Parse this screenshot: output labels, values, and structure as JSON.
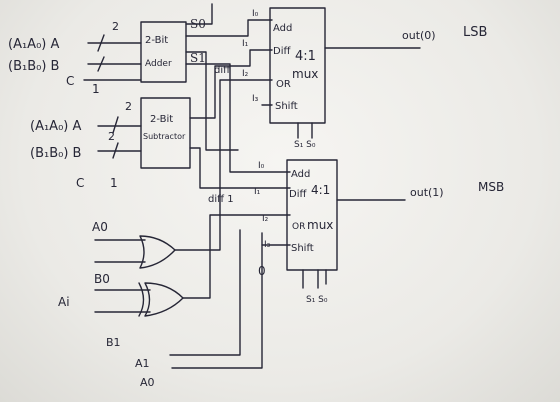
{
  "inputs": {
    "adder_a": "(A₁A₀) A",
    "adder_b": "(B₁B₀) B",
    "adder_c": "C",
    "adder_c_val": "1",
    "sub_a": "(A₁A₀) A",
    "sub_b": "(B₁B₀) B",
    "sub_c": "C",
    "sub_c_val": "1",
    "bus_width_1": "2",
    "bus_width_2": "2",
    "bus_width_3": "2",
    "a0": "A0",
    "b0": "B0",
    "ai": "Ai",
    "b1": "B1",
    "a1_bottom": "A1",
    "a0_bottom": "A0"
  },
  "blocks": {
    "adder_label_1": "2-Bit",
    "adder_label_2": "Adder",
    "sub_label_1": "2-Bit",
    "sub_label_2": "Subtractor"
  },
  "selects": {
    "s0": "S0",
    "s1": "S1"
  },
  "wire_labels": {
    "diff_top": "diff",
    "diff1": "diff 1",
    "zero": "0"
  },
  "mux_top": {
    "title": "4:1",
    "subtitle": "mux",
    "i0": "I₀",
    "i1": "I₁",
    "i2": "I₂",
    "i3": "I₃",
    "add": "Add",
    "diff": "Diff",
    "or": "OR",
    "shift": "Shift",
    "sel_pins": "S₁ S₀",
    "output": "out(0)",
    "output_note": "LSB"
  },
  "mux_bottom": {
    "title": "4:1",
    "subtitle": "mux",
    "i0": "I₀",
    "i1": "I₁",
    "i2": "I₂",
    "i3": "I₃",
    "add": "Add",
    "diff": "Diff",
    "or": "OR",
    "shift": "Shift",
    "sel_pins": "S₁ S₀",
    "output": "out(1)",
    "output_note": "MSB"
  },
  "colors": {
    "ink": "#262636",
    "paper": "#f6f5f2"
  }
}
